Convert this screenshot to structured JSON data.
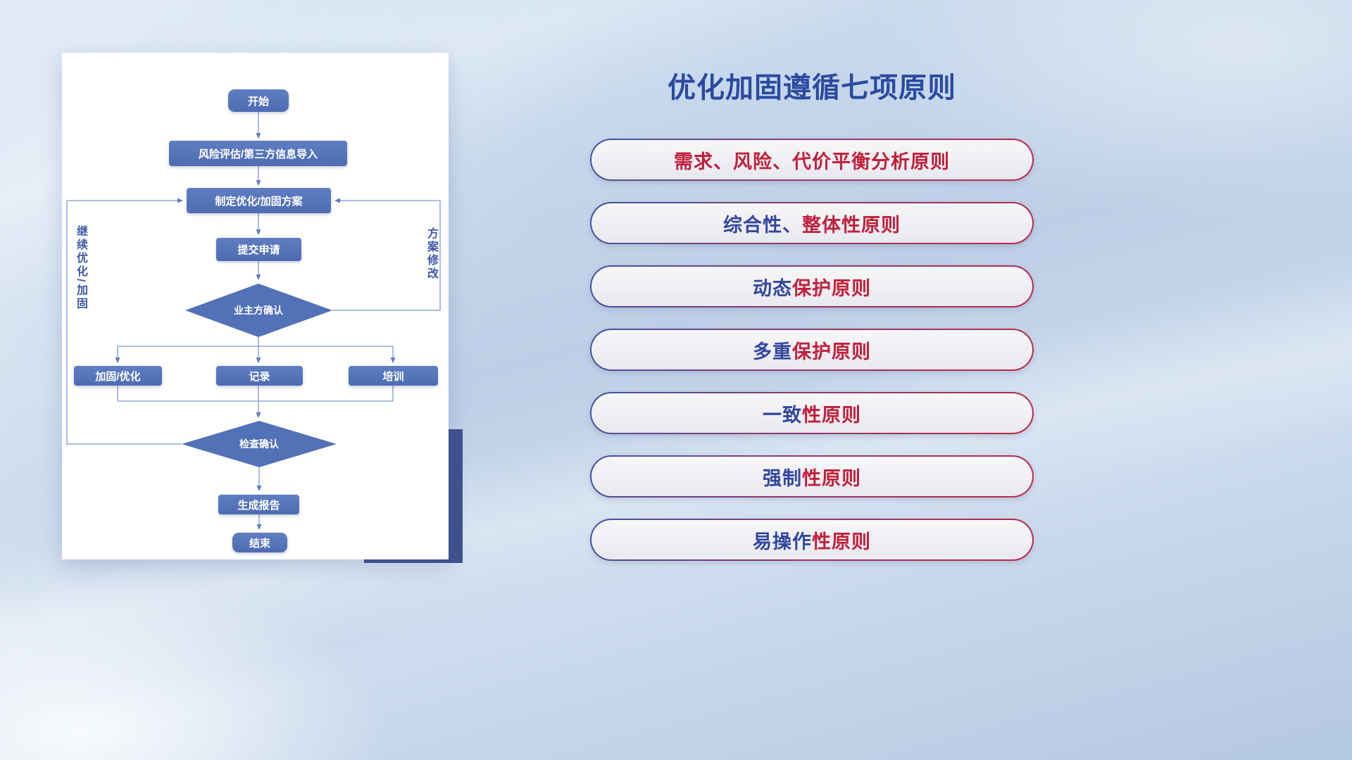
{
  "title": "优化加固遵循七项原则",
  "flowchart": {
    "start": "开始",
    "risk": "风险评估/第三方信息导入",
    "plan": "制定优化/加固方案",
    "submit": "提交申请",
    "owner_confirm": "业主方确认",
    "reinforce": "加固/优化",
    "record": "记录",
    "training": "培训",
    "check_confirm": "检查确认",
    "report": "生成报告",
    "end": "结束",
    "loop_left": "继续优化/加固",
    "loop_right": "方案修改"
  },
  "principles": [
    {
      "blue": "",
      "red": "需求、风险、代价平衡分析原则"
    },
    {
      "blue": "综合性、",
      "red": "整体性原则"
    },
    {
      "blue": "动态",
      "red": "保护原则"
    },
    {
      "blue": "多重",
      "red": "保护原则"
    },
    {
      "blue": "一致",
      "red": "性原则"
    },
    {
      "blue": "强制",
      "red": "性原则"
    },
    {
      "blue": "易操作",
      "red": "性原则"
    }
  ],
  "colors": {
    "title_blue": "#2b4aa0",
    "principle_blue": "#33479d",
    "principle_red": "#c1203b",
    "node_fill": "#5371b7",
    "connector": "#7e97cf",
    "accent_rect": "#41518f"
  }
}
